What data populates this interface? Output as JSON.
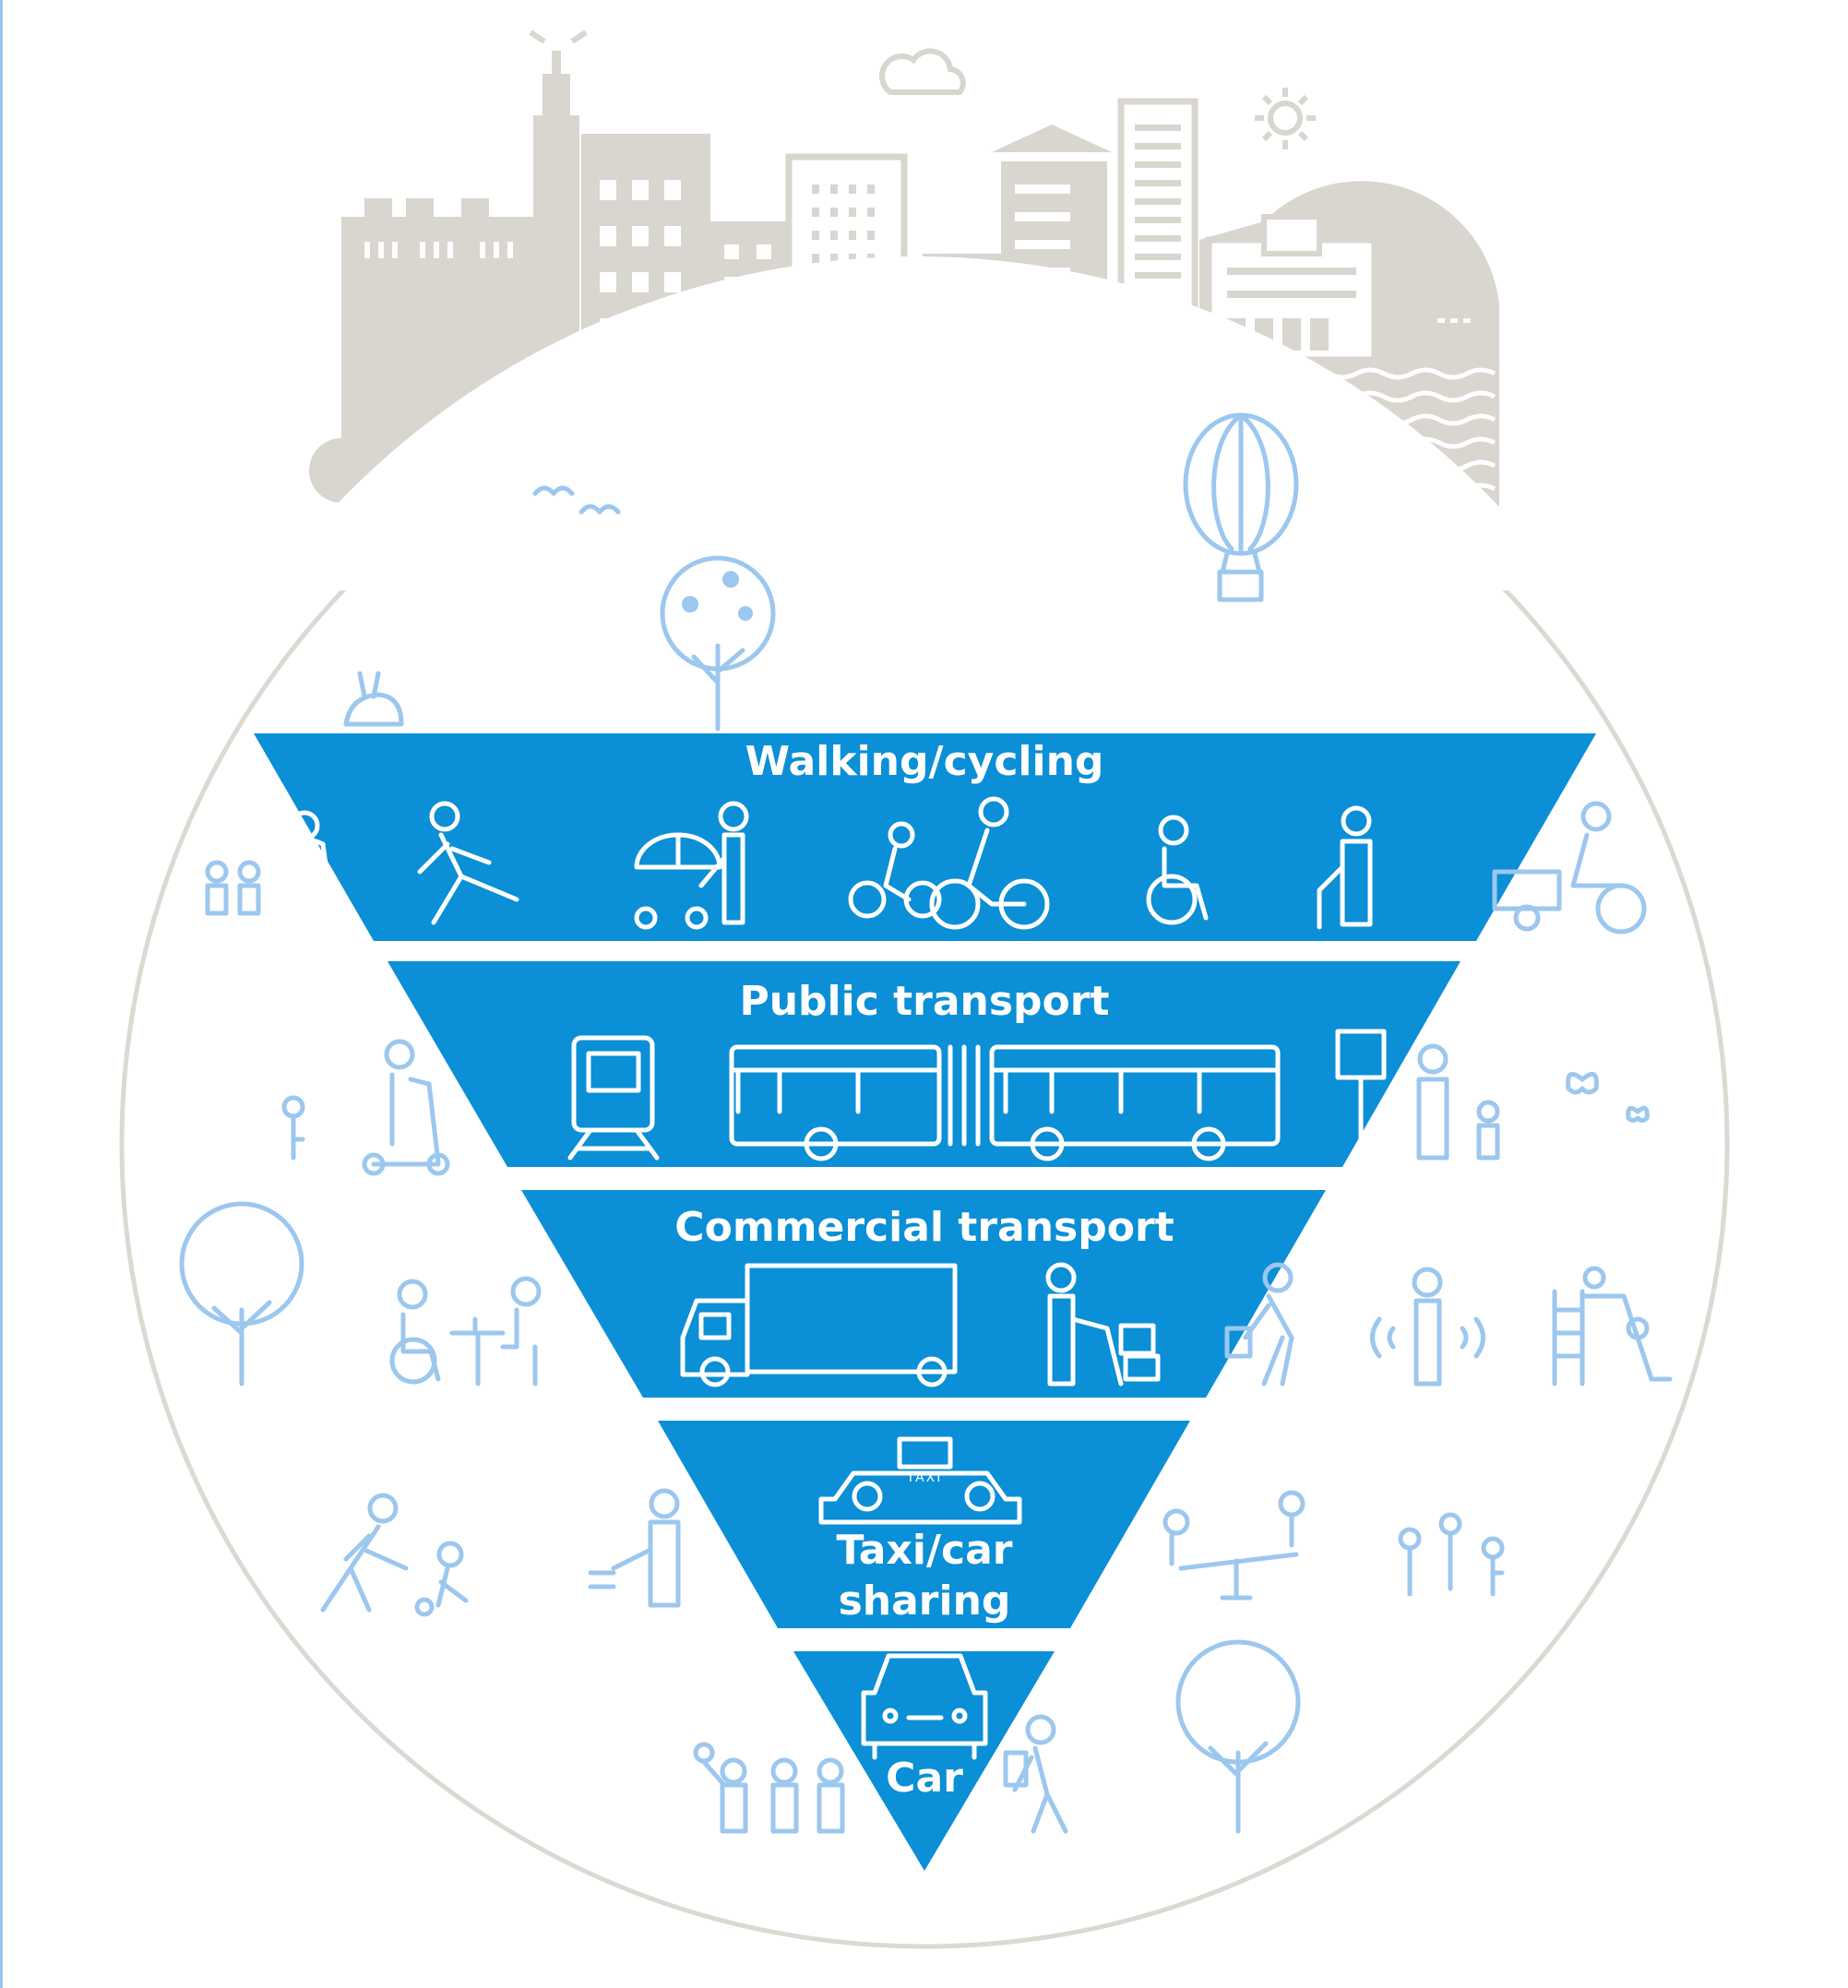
{
  "diagram": {
    "bands": [
      {
        "id": "walking",
        "label": "Walking/cycling"
      },
      {
        "id": "public",
        "label": "Public transport"
      },
      {
        "id": "commercial",
        "label": "Commercial transport"
      },
      {
        "id": "taxi",
        "label_line1": "Taxi/car",
        "label_line2": "sharing",
        "badge": "TAXI"
      },
      {
        "id": "car",
        "label": "Car"
      }
    ]
  },
  "colors": {
    "band_fill": "#0b8fd6",
    "icon_light": "#9cc7ee",
    "city": "#d9d5cf",
    "circle": "#dcd9d3",
    "left_edge": "#9cc3ee"
  },
  "icons": [
    "bird-icon",
    "cloud-icon",
    "sun-icon",
    "city-skyline",
    "hot-air-balloon-icon",
    "flower-tree-icon",
    "rabbit-icon",
    "pedestrian-icon",
    "stroller-icon",
    "bicycles-icon",
    "wheelchair-icon",
    "elderly-cane-icon",
    "cargo-bike-icon",
    "tram-icon",
    "articulated-bus-icon",
    "bus-stop-icon",
    "scooter-icon",
    "truck-icon",
    "delivery-trolley-icon",
    "taxi-icon",
    "car-icon",
    "playground-slide-icon",
    "seesaw-icon",
    "tree-icon",
    "butterfly-icon",
    "flower-icon"
  ]
}
